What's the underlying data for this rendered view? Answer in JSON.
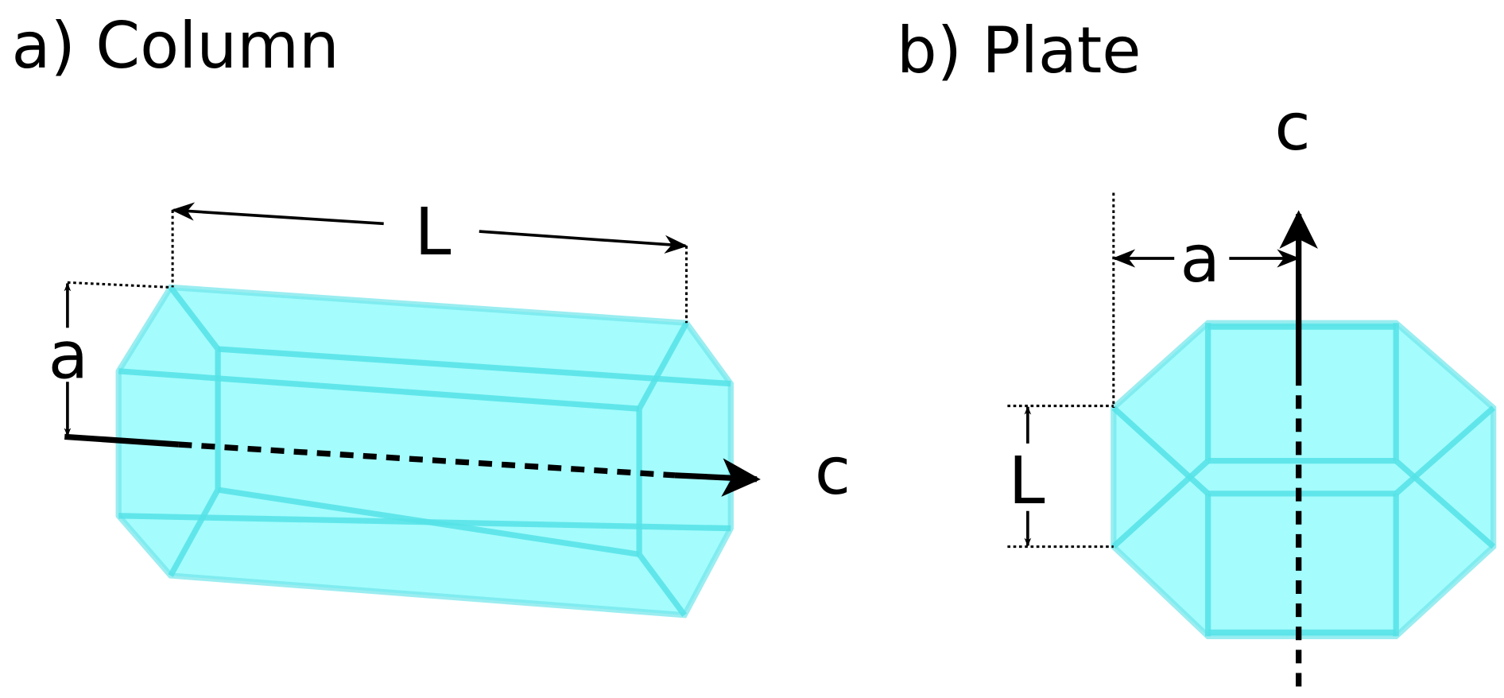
{
  "panels": {
    "column": {
      "title": "a) Column",
      "length_label": "L",
      "width_label": "a",
      "axis_label": "c"
    },
    "plate": {
      "title": "b) Plate",
      "length_label": "L",
      "width_label": "a",
      "axis_label": "c"
    }
  },
  "colors": {
    "crystal_fill": "#a4fcfd",
    "crystal_edge": "#55e2e6",
    "ink": "#000000"
  }
}
